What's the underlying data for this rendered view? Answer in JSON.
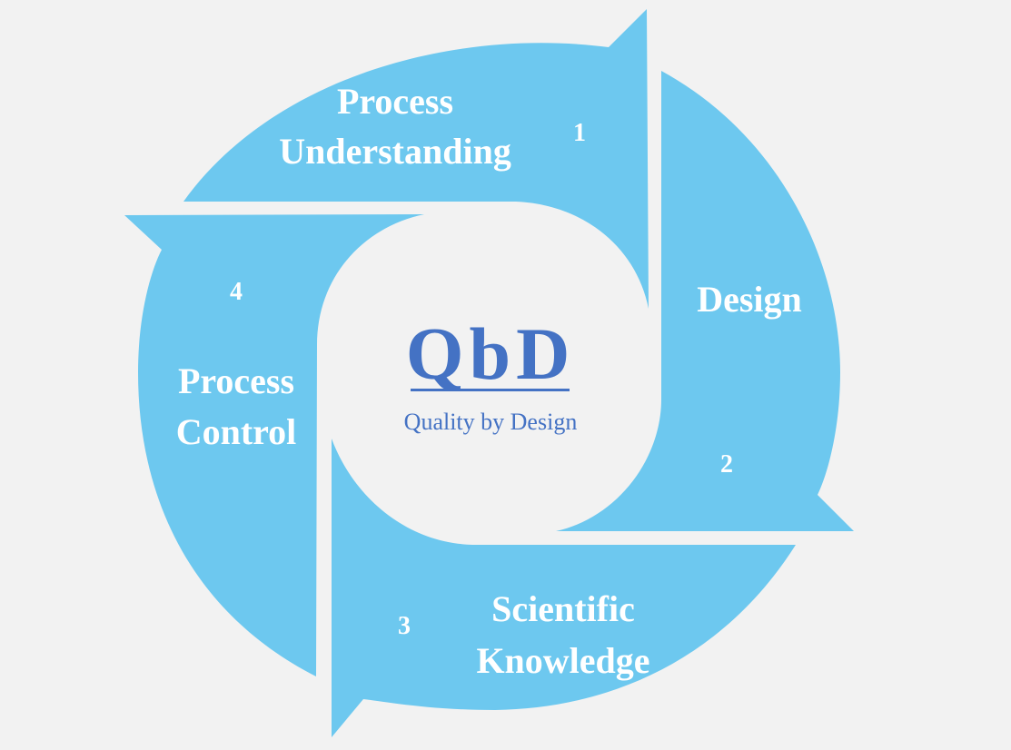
{
  "colors": {
    "segment_fill": "#6dc8ef",
    "background": "#f2f2f2",
    "center_text": "#4472c4",
    "segment_text": "#ffffff"
  },
  "center": {
    "title": "QbD",
    "subtitle": "Quality by Design"
  },
  "segments": [
    {
      "number": "1",
      "label_line1": "Process",
      "label_line2": "Understanding"
    },
    {
      "number": "2",
      "label_line1": "Design",
      "label_line2": ""
    },
    {
      "number": "3",
      "label_line1": "Scientific",
      "label_line2": "Knowledge"
    },
    {
      "number": "4",
      "label_line1": "Process",
      "label_line2": "Control"
    }
  ]
}
